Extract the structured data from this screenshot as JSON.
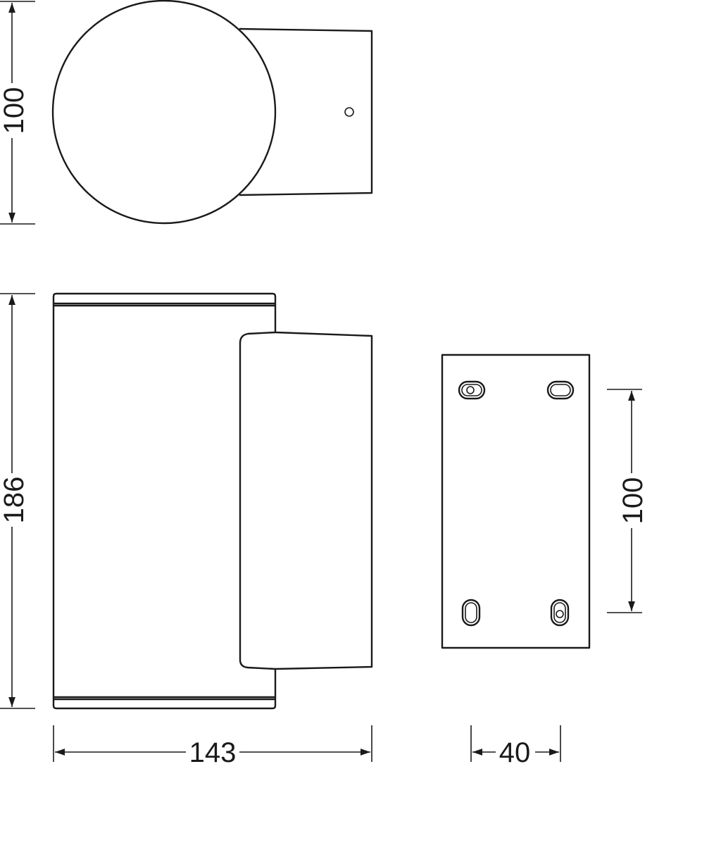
{
  "dimensions": {
    "top_view_height": "100",
    "front_view_height": "186",
    "front_view_width": "143",
    "plate_hole_spacing": "100",
    "plate_depth": "40"
  },
  "colors": {
    "line": "#1a1a1a",
    "background": "#ffffff"
  }
}
